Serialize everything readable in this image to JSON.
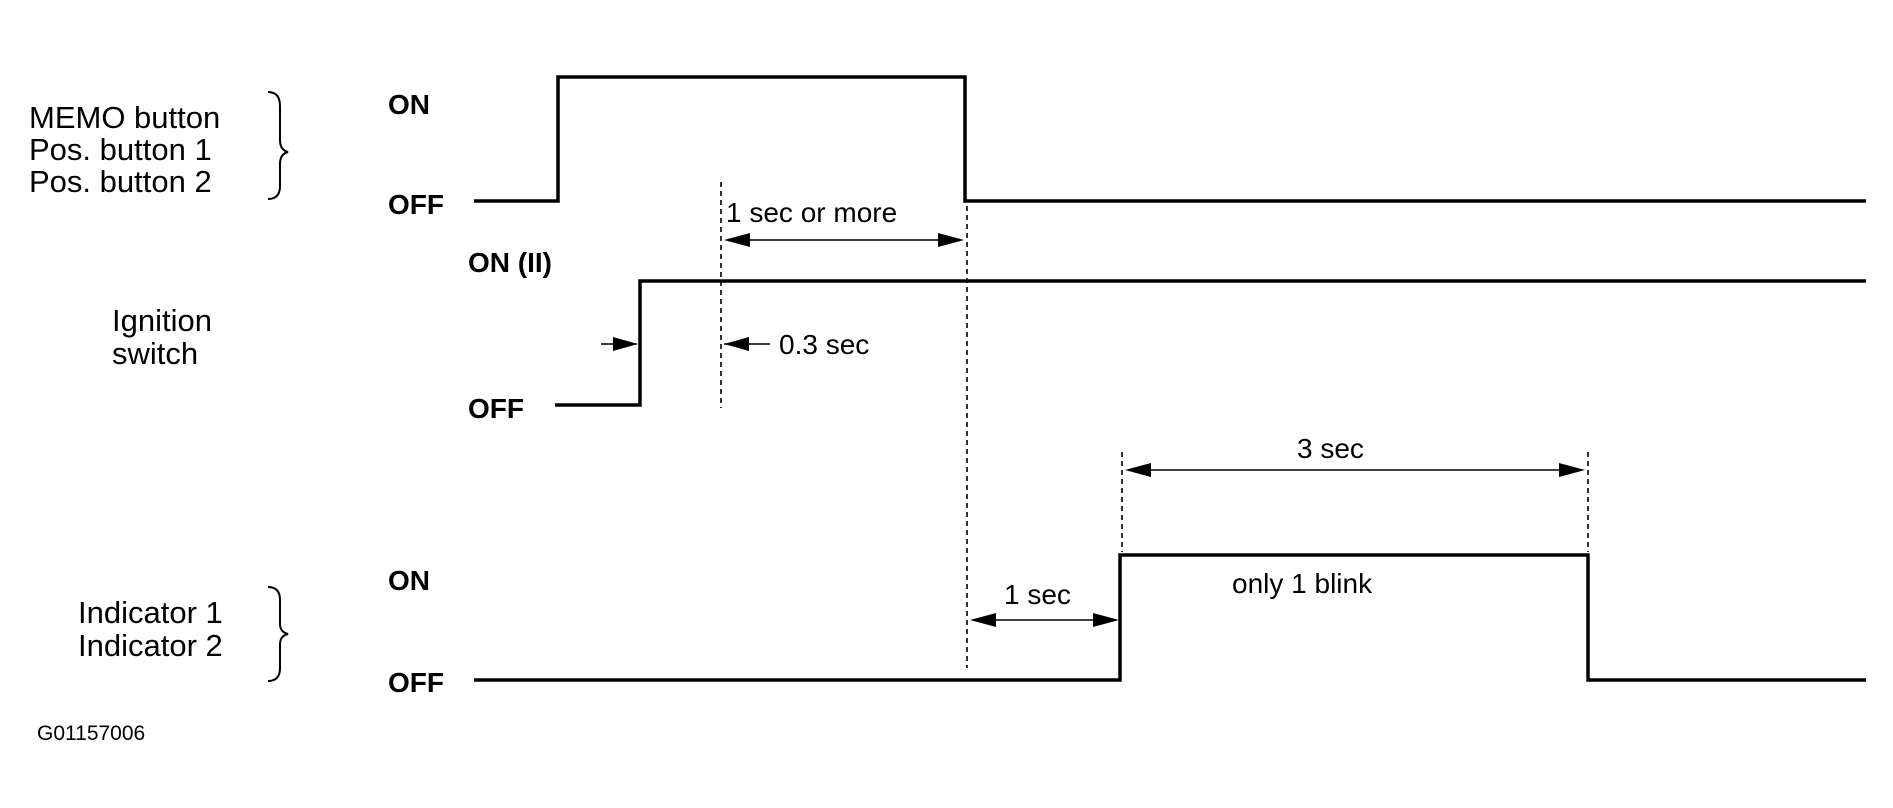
{
  "signals": {
    "memo_group": {
      "labels": [
        "MEMO button",
        "Pos. button 1",
        "Pos. button 2"
      ],
      "on": "ON",
      "off": "OFF"
    },
    "ignition": {
      "labels": [
        "Ignition",
        "switch"
      ],
      "on": "ON (II)",
      "off": "OFF"
    },
    "indicator_group": {
      "labels": [
        "Indicator 1",
        "Indicator 2"
      ],
      "on": "ON",
      "off": "OFF"
    }
  },
  "annotations": {
    "hold_time": "1 sec or more",
    "delay": "0.3 sec",
    "wait": "1 sec",
    "duration": "3 sec",
    "blink_note": "only 1 blink"
  },
  "figure_code": "G01157006"
}
